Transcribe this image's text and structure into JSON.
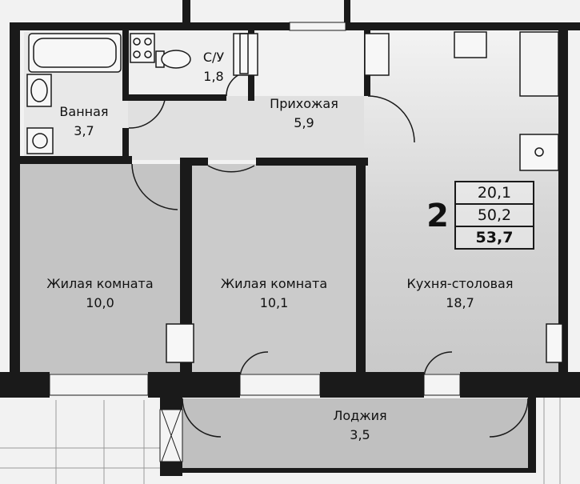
{
  "rooms": {
    "bath": {
      "name": "Ванная",
      "area": "3,7"
    },
    "wc": {
      "name": "С/У",
      "area": "1,8"
    },
    "hall": {
      "name": "Прихожая",
      "area": "5,9"
    },
    "living1": {
      "name": "Жилая комната",
      "area": "10,0"
    },
    "living2": {
      "name": "Жилая комната",
      "area": "10,1"
    },
    "kitchen": {
      "name": "Кухня-столовая",
      "area": "18,7"
    },
    "loggia": {
      "name": "Лоджия",
      "area": "3,5"
    }
  },
  "summary": {
    "rooms_count": "2",
    "living_area": "20,1",
    "net_area": "50,2",
    "total_area": "53,7"
  },
  "colors": {
    "wall": "#1a1a1a",
    "floor_gray": "#c4c4c4",
    "floor_light": "#dcdcdc",
    "background": "#f2f2f2"
  }
}
